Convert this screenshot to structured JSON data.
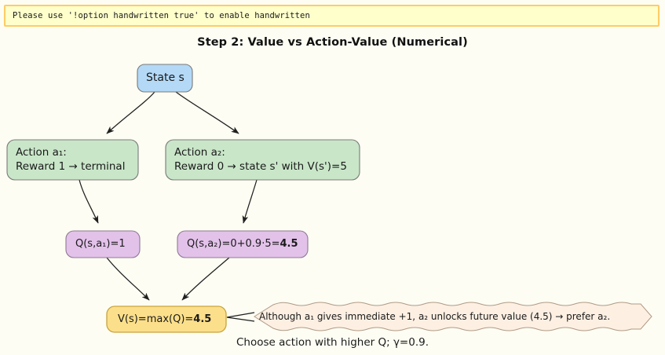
{
  "banner": {
    "message": "Please use '!option handwritten true' to enable handwritten",
    "background": "#ffffcc",
    "border_color": "#ffcc66"
  },
  "title": "Step 2: Value vs Action-Value (Numerical)",
  "caption": "Choose action with higher Q; γ=0.9.",
  "canvas": {
    "background": "#fdfdf3",
    "edge_color": "#1f1f1f"
  },
  "nodes": [
    {
      "id": "state-s",
      "text": "State s",
      "fill": "#b3d9f7",
      "stroke": "#7a7a7a",
      "shape": "rounded-rect"
    },
    {
      "id": "action-a1",
      "line1": "Action a₁:",
      "line2": "Reward 1 → terminal",
      "fill": "#c9e6c9",
      "stroke": "#7a7a7a",
      "shape": "rounded-rect"
    },
    {
      "id": "action-a2",
      "line1": "Action a₂:",
      "line2": "Reward 0 → state s' with V(s')=5",
      "fill": "#c9e6c9",
      "stroke": "#7a7a7a",
      "shape": "rounded-rect"
    },
    {
      "id": "q-a1",
      "text": "Q(s,a₁)=1",
      "fill": "#e3c2ea",
      "stroke": "#8f7a96",
      "shape": "rounded-rect"
    },
    {
      "id": "q-a2",
      "text_plain": "Q(s,a₂)=0+0.9·5=",
      "text_bold": "4.5",
      "fill": "#e3c2ea",
      "stroke": "#8f7a96",
      "shape": "rounded-rect"
    },
    {
      "id": "v-s",
      "text_plain": "V(s)=max(Q)=",
      "text_bold": "4.5",
      "fill": "#fcdf8a",
      "stroke": "#c8a43c",
      "shape": "rounded-rect"
    },
    {
      "id": "note",
      "text": "Although a₁ gives immediate +1, a₂ unlocks future value (4.5) → prefer a₂.",
      "fill": "#fdf0e3",
      "stroke": "#b09a86",
      "shape": "cloud-callout"
    }
  ],
  "edges": [
    {
      "from": "state-s",
      "to": "action-a1"
    },
    {
      "from": "state-s",
      "to": "action-a2"
    },
    {
      "from": "action-a1",
      "to": "q-a1"
    },
    {
      "from": "action-a2",
      "to": "q-a2"
    },
    {
      "from": "q-a1",
      "to": "v-s"
    },
    {
      "from": "q-a2",
      "to": "v-s"
    },
    {
      "from": "v-s",
      "to": "note"
    }
  ]
}
